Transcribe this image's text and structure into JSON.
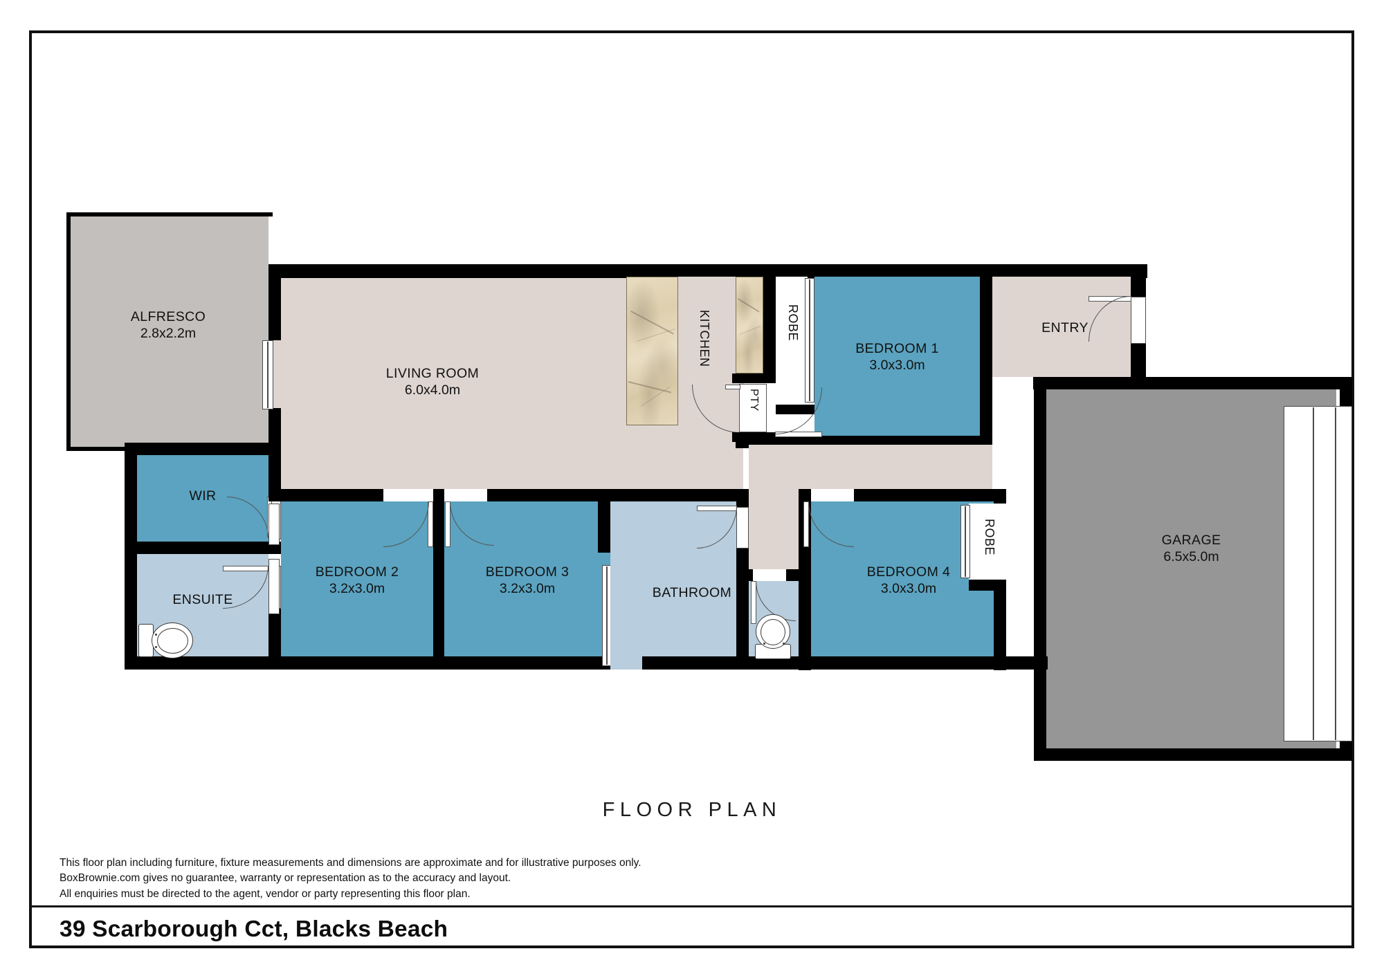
{
  "document": {
    "plan_title": "FLOOR PLAN",
    "address": "39 Scarborough Cct, Blacks Beach",
    "disclaimer_lines": [
      "This floor plan including furniture, fixture measurements and dimensions are approximate and for illustrative purposes only.",
      "BoxBrownie.com gives no guarantee, warranty or representation as to the accuracy and layout.",
      "All enquiries must be directed to the agent, vendor or party representing this floor plan."
    ]
  },
  "colors": {
    "wall": "#000000",
    "bedroom_blue": "#5ba3c0",
    "bathroom_blue": "#b8cddd",
    "living_taupe": "#ded5d1",
    "alfresco_grey": "#c2bfbc",
    "garage_grey": "#969696",
    "white": "#ffffff",
    "stone_benchtop": "#e2d4b4"
  },
  "rooms": [
    {
      "id": "alfresco",
      "name": "ALFRESCO",
      "dims": "2.8x2.2m",
      "fill": "#c2bfbc"
    },
    {
      "id": "living",
      "name": "LIVING ROOM",
      "dims": "6.0x4.0m",
      "fill": "#ded5d1"
    },
    {
      "id": "kitchen",
      "name": "KITCHEN",
      "dims": "",
      "fill": "#ded5d1"
    },
    {
      "id": "pantry",
      "name": "PTY",
      "dims": "",
      "fill": "#ffffff"
    },
    {
      "id": "bedroom1",
      "name": "BEDROOM 1",
      "dims": "3.0x3.0m",
      "fill": "#5ba3c0"
    },
    {
      "id": "robe1",
      "name": "ROBE",
      "dims": "",
      "fill": "#ffffff"
    },
    {
      "id": "entry",
      "name": "ENTRY",
      "dims": "",
      "fill": "#ded5d1"
    },
    {
      "id": "garage",
      "name": "GARAGE",
      "dims": "6.5x5.0m",
      "fill": "#969696"
    },
    {
      "id": "wir",
      "name": "WIR",
      "dims": "",
      "fill": "#5ba3c0"
    },
    {
      "id": "ensuite",
      "name": "ENSUITE",
      "dims": "",
      "fill": "#b8cddd"
    },
    {
      "id": "bedroom2",
      "name": "BEDROOM 2",
      "dims": "3.2x3.0m",
      "fill": "#5ba3c0"
    },
    {
      "id": "bedroom3",
      "name": "BEDROOM 3",
      "dims": "3.2x3.0m",
      "fill": "#5ba3c0"
    },
    {
      "id": "robe3",
      "name": "ROBE",
      "dims": "",
      "fill": "#ffffff"
    },
    {
      "id": "bathroom",
      "name": "BATHROOM",
      "dims": "",
      "fill": "#b8cddd"
    },
    {
      "id": "wc",
      "name": "",
      "dims": "",
      "fill": "#b8cddd"
    },
    {
      "id": "bedroom4",
      "name": "BEDROOM 4",
      "dims": "3.0x3.0m",
      "fill": "#5ba3c0"
    },
    {
      "id": "robe4",
      "name": "ROBE",
      "dims": "",
      "fill": "#ffffff"
    },
    {
      "id": "hall",
      "name": "",
      "dims": "",
      "fill": "#ded5d1"
    }
  ],
  "fixtures": [
    {
      "id": "ensuite-toilet",
      "type": "toilet",
      "room": "ensuite"
    },
    {
      "id": "wc-toilet",
      "type": "toilet",
      "room": "wc"
    },
    {
      "id": "kitchen-bench-1",
      "type": "stone-benchtop",
      "room": "kitchen"
    },
    {
      "id": "kitchen-bench-2",
      "type": "stone-benchtop",
      "room": "kitchen"
    },
    {
      "id": "garage-door",
      "type": "roller-door",
      "room": "garage"
    }
  ],
  "room_count": {
    "bedrooms": 4,
    "bathrooms": 2,
    "garage_spaces": 2
  }
}
